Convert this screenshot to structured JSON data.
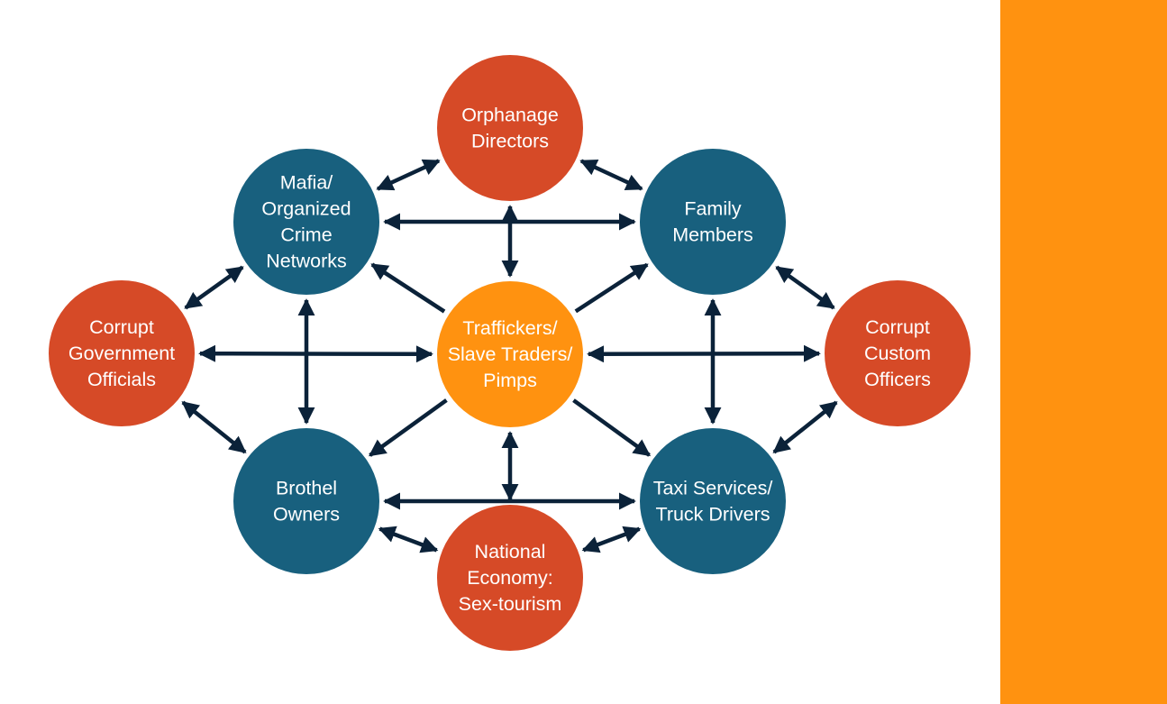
{
  "colors": {
    "accent_panel": "#FF9210",
    "red_node": "#D64A27",
    "blue_node": "#18607E",
    "center_node": "#FF9210",
    "arrow": "#0B2239",
    "label_text": "#FFFFFF"
  },
  "nodes": [
    {
      "id": "orphanage",
      "name": "node-orphanage-directors",
      "lines": [
        "Orphanage",
        "Directors"
      ],
      "style": "red_node"
    },
    {
      "id": "mafia",
      "name": "node-mafia",
      "lines": [
        "Mafia/",
        "Organized",
        "Crime",
        "Networks"
      ],
      "style": "blue_node"
    },
    {
      "id": "family",
      "name": "node-family-members",
      "lines": [
        "Family",
        "Members"
      ],
      "style": "blue_node"
    },
    {
      "id": "govt",
      "name": "node-corrupt-government-officials",
      "lines": [
        "Corrupt",
        "Government",
        "Officials"
      ],
      "style": "red_node"
    },
    {
      "id": "center",
      "name": "node-traffickers",
      "lines": [
        "Traffickers/",
        "Slave Traders/",
        "Pimps"
      ],
      "style": "center_node"
    },
    {
      "id": "customs",
      "name": "node-corrupt-custom-officers",
      "lines": [
        "Corrupt",
        "Custom",
        "Officers"
      ],
      "style": "red_node"
    },
    {
      "id": "brothel",
      "name": "node-brothel-owners",
      "lines": [
        "Brothel",
        "Owners"
      ],
      "style": "blue_node"
    },
    {
      "id": "taxi",
      "name": "node-taxi-truck-drivers",
      "lines": [
        "Taxi Services/",
        "Truck Drivers"
      ],
      "style": "blue_node"
    },
    {
      "id": "economy",
      "name": "node-national-economy",
      "lines": [
        "National",
        "Economy:",
        "Sex-tourism"
      ],
      "style": "red_node"
    }
  ],
  "edges": [
    {
      "from": "mafia",
      "to": "orphanage",
      "type": "double"
    },
    {
      "from": "orphanage",
      "to": "family",
      "type": "double"
    },
    {
      "from": "mafia",
      "to": "family",
      "type": "double"
    },
    {
      "from": "govt",
      "to": "mafia",
      "type": "double"
    },
    {
      "from": "family",
      "to": "customs",
      "type": "double"
    },
    {
      "from": "govt",
      "to": "center",
      "type": "double"
    },
    {
      "from": "center",
      "to": "customs",
      "type": "double"
    },
    {
      "from": "mafia",
      "to": "brothel",
      "type": "double"
    },
    {
      "from": "family",
      "to": "taxi",
      "type": "double"
    },
    {
      "from": "orphanage",
      "to": "center",
      "type": "double"
    },
    {
      "from": "center",
      "to": "economy",
      "type": "double"
    },
    {
      "from": "govt",
      "to": "brothel",
      "type": "double"
    },
    {
      "from": "customs",
      "to": "taxi",
      "type": "double"
    },
    {
      "from": "brothel",
      "to": "taxi",
      "type": "double"
    },
    {
      "from": "brothel",
      "to": "economy",
      "type": "double"
    },
    {
      "from": "economy",
      "to": "taxi",
      "type": "double"
    },
    {
      "from": "center",
      "to": "mafia",
      "type": "single"
    },
    {
      "from": "center",
      "to": "family",
      "type": "single"
    },
    {
      "from": "center",
      "to": "brothel",
      "type": "single"
    },
    {
      "from": "center",
      "to": "taxi",
      "type": "single"
    }
  ]
}
